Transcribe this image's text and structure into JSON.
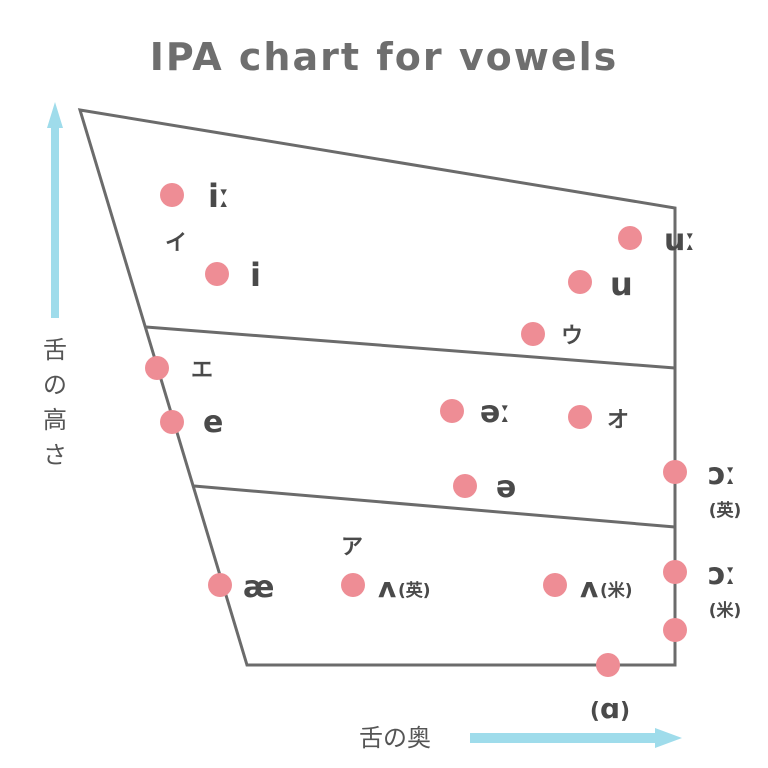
{
  "title": "IPA chart for vowels",
  "axes": {
    "vertical_label": "舌の高さ",
    "horizontal_label": "舌の奥"
  },
  "colors": {
    "dot": "#ee8d95",
    "arrow": "#9fdceb",
    "line": "#6b6b6b",
    "text": "#4a4a4a",
    "title": "#6e6e6e"
  },
  "vowels": [
    {
      "symbol": "iː",
      "note": ""
    },
    {
      "symbol": "i",
      "note": ""
    },
    {
      "symbol": "uː",
      "note": ""
    },
    {
      "symbol": "u",
      "note": ""
    },
    {
      "symbol": "e",
      "note": ""
    },
    {
      "symbol": "əː",
      "note": ""
    },
    {
      "symbol": "ə",
      "note": ""
    },
    {
      "symbol": "ɔː",
      "note": "(英)"
    },
    {
      "symbol": "æ",
      "note": ""
    },
    {
      "symbol": "ʌ",
      "note": "(英)"
    },
    {
      "symbol": "ʌ",
      "note": "(米)"
    },
    {
      "symbol": "ɔː",
      "note": "(米)"
    },
    {
      "symbol": "ɑ",
      "note": ""
    }
  ],
  "kana": [
    "イ",
    "ウ",
    "エ",
    "オ",
    "ア"
  ]
}
